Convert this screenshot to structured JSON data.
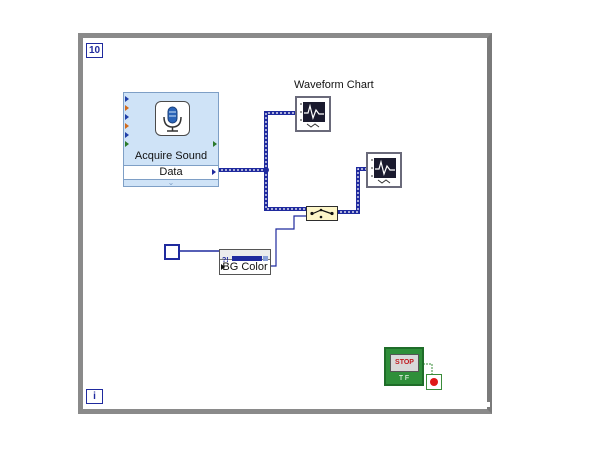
{
  "while_loop": {
    "count_terminal": "10",
    "iteration_terminal": "i"
  },
  "acquire_sound": {
    "title": "Acquire Sound",
    "output_label": "Data",
    "icon": "microphone-icon"
  },
  "charts": {
    "waveform_chart_label": "Waveform Chart",
    "icon": "graph-icon"
  },
  "property_node": {
    "property_label": "BG Color"
  },
  "stop_button": {
    "label": "STOP",
    "boolean_label": "T F"
  },
  "colors": {
    "wire_dynamic": "#1f2a9e",
    "wire_cluster": "#1f2a9e",
    "express_bg": "#cfe3f7",
    "stop_green": "#2f8f3a",
    "stop_red": "#e01818"
  }
}
